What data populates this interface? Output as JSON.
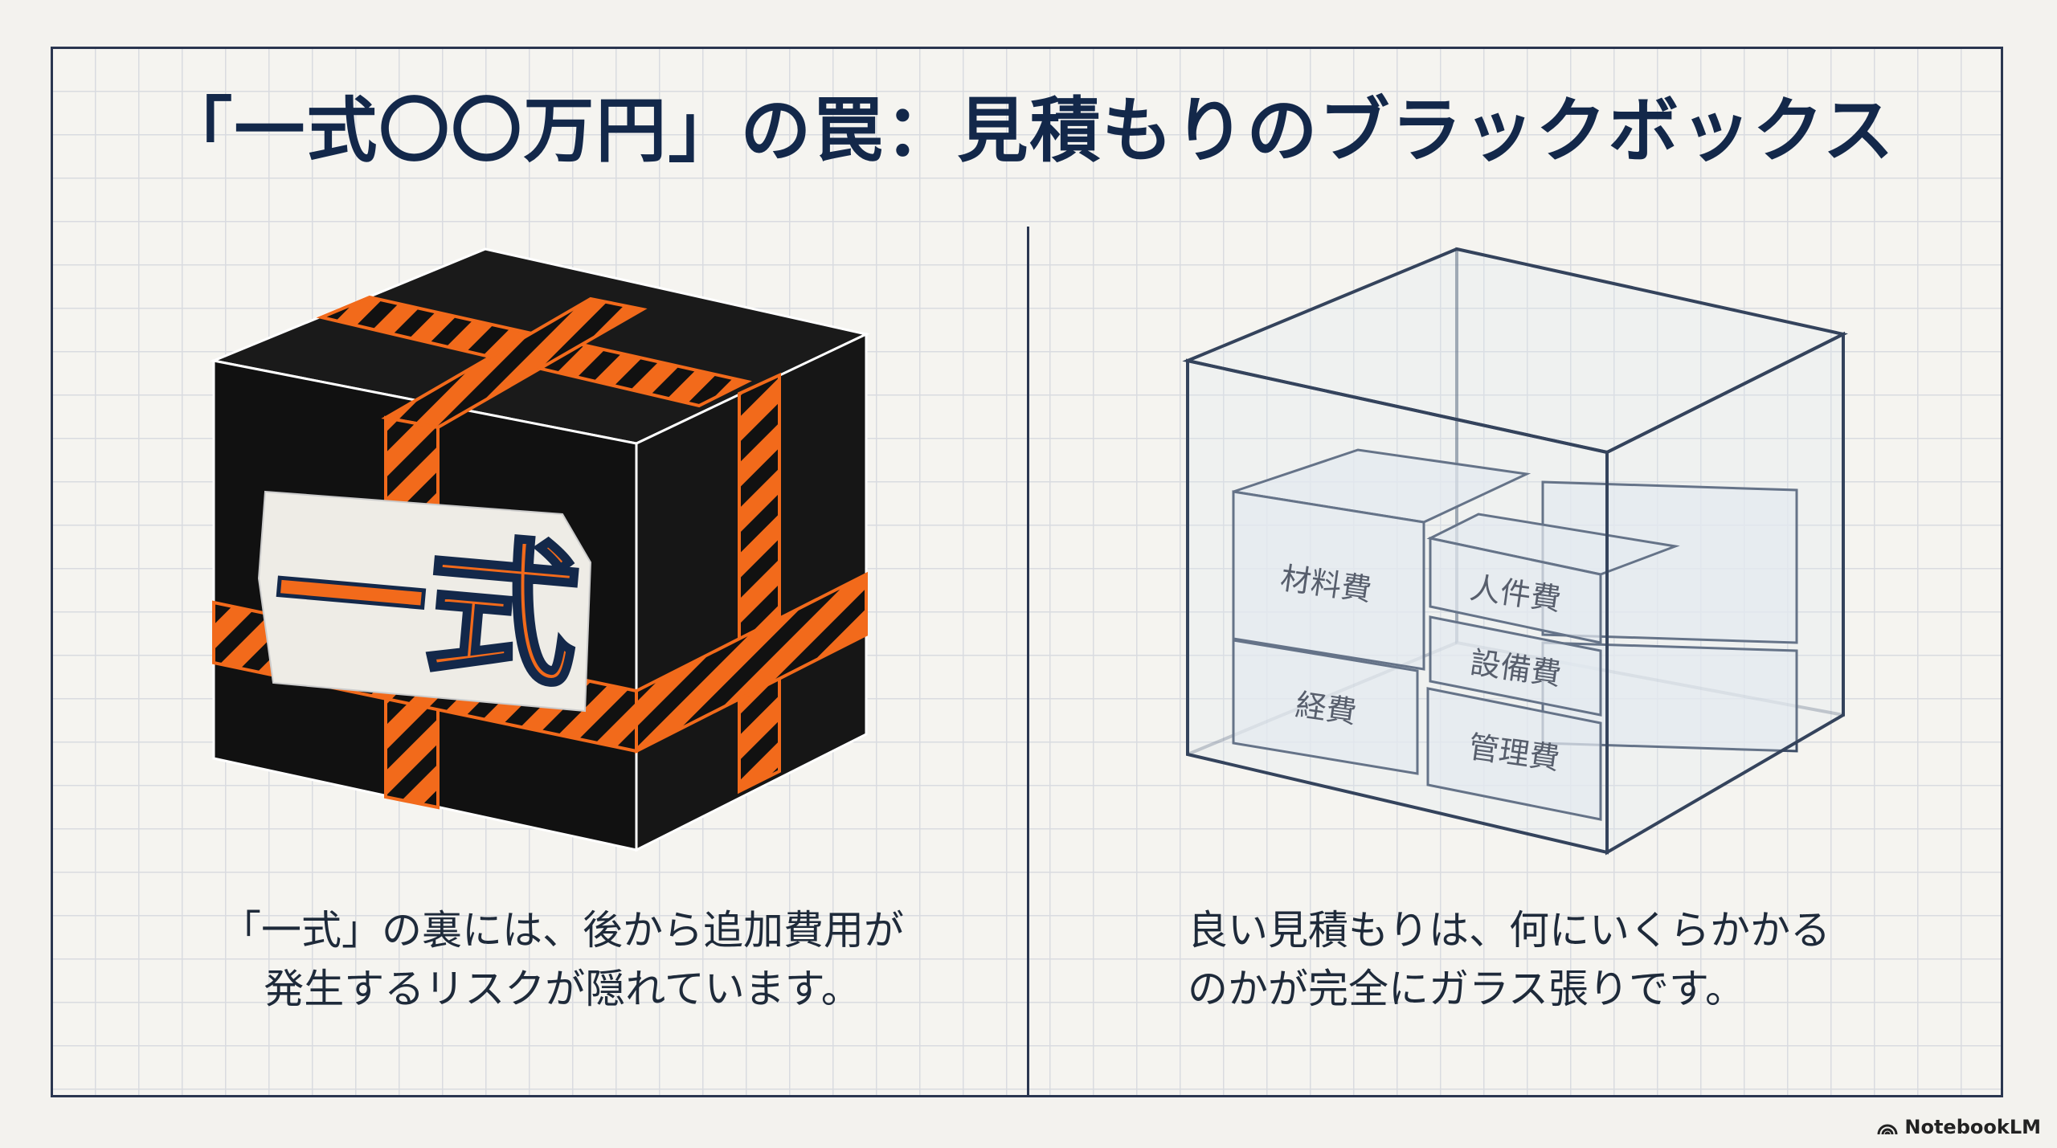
{
  "title": "「一式〇〇万円」の罠：見積もりのブラックボックス",
  "left": {
    "label": "一式",
    "caption_line1": "「一式」の裏には、後から追加費用が",
    "caption_line2": "発生するリスクが隠れています。"
  },
  "right": {
    "drawers": [
      "材料費",
      "人件費",
      "設備費",
      "経費",
      "管理費"
    ],
    "caption_line1": "良い見積もりは、何にいくらかかる",
    "caption_line2": "のかが完全にガラス張りです。"
  },
  "brand": "NotebookLM",
  "colors": {
    "navy": "#13284a",
    "orange": "#f26a1b",
    "black": "#111111"
  }
}
